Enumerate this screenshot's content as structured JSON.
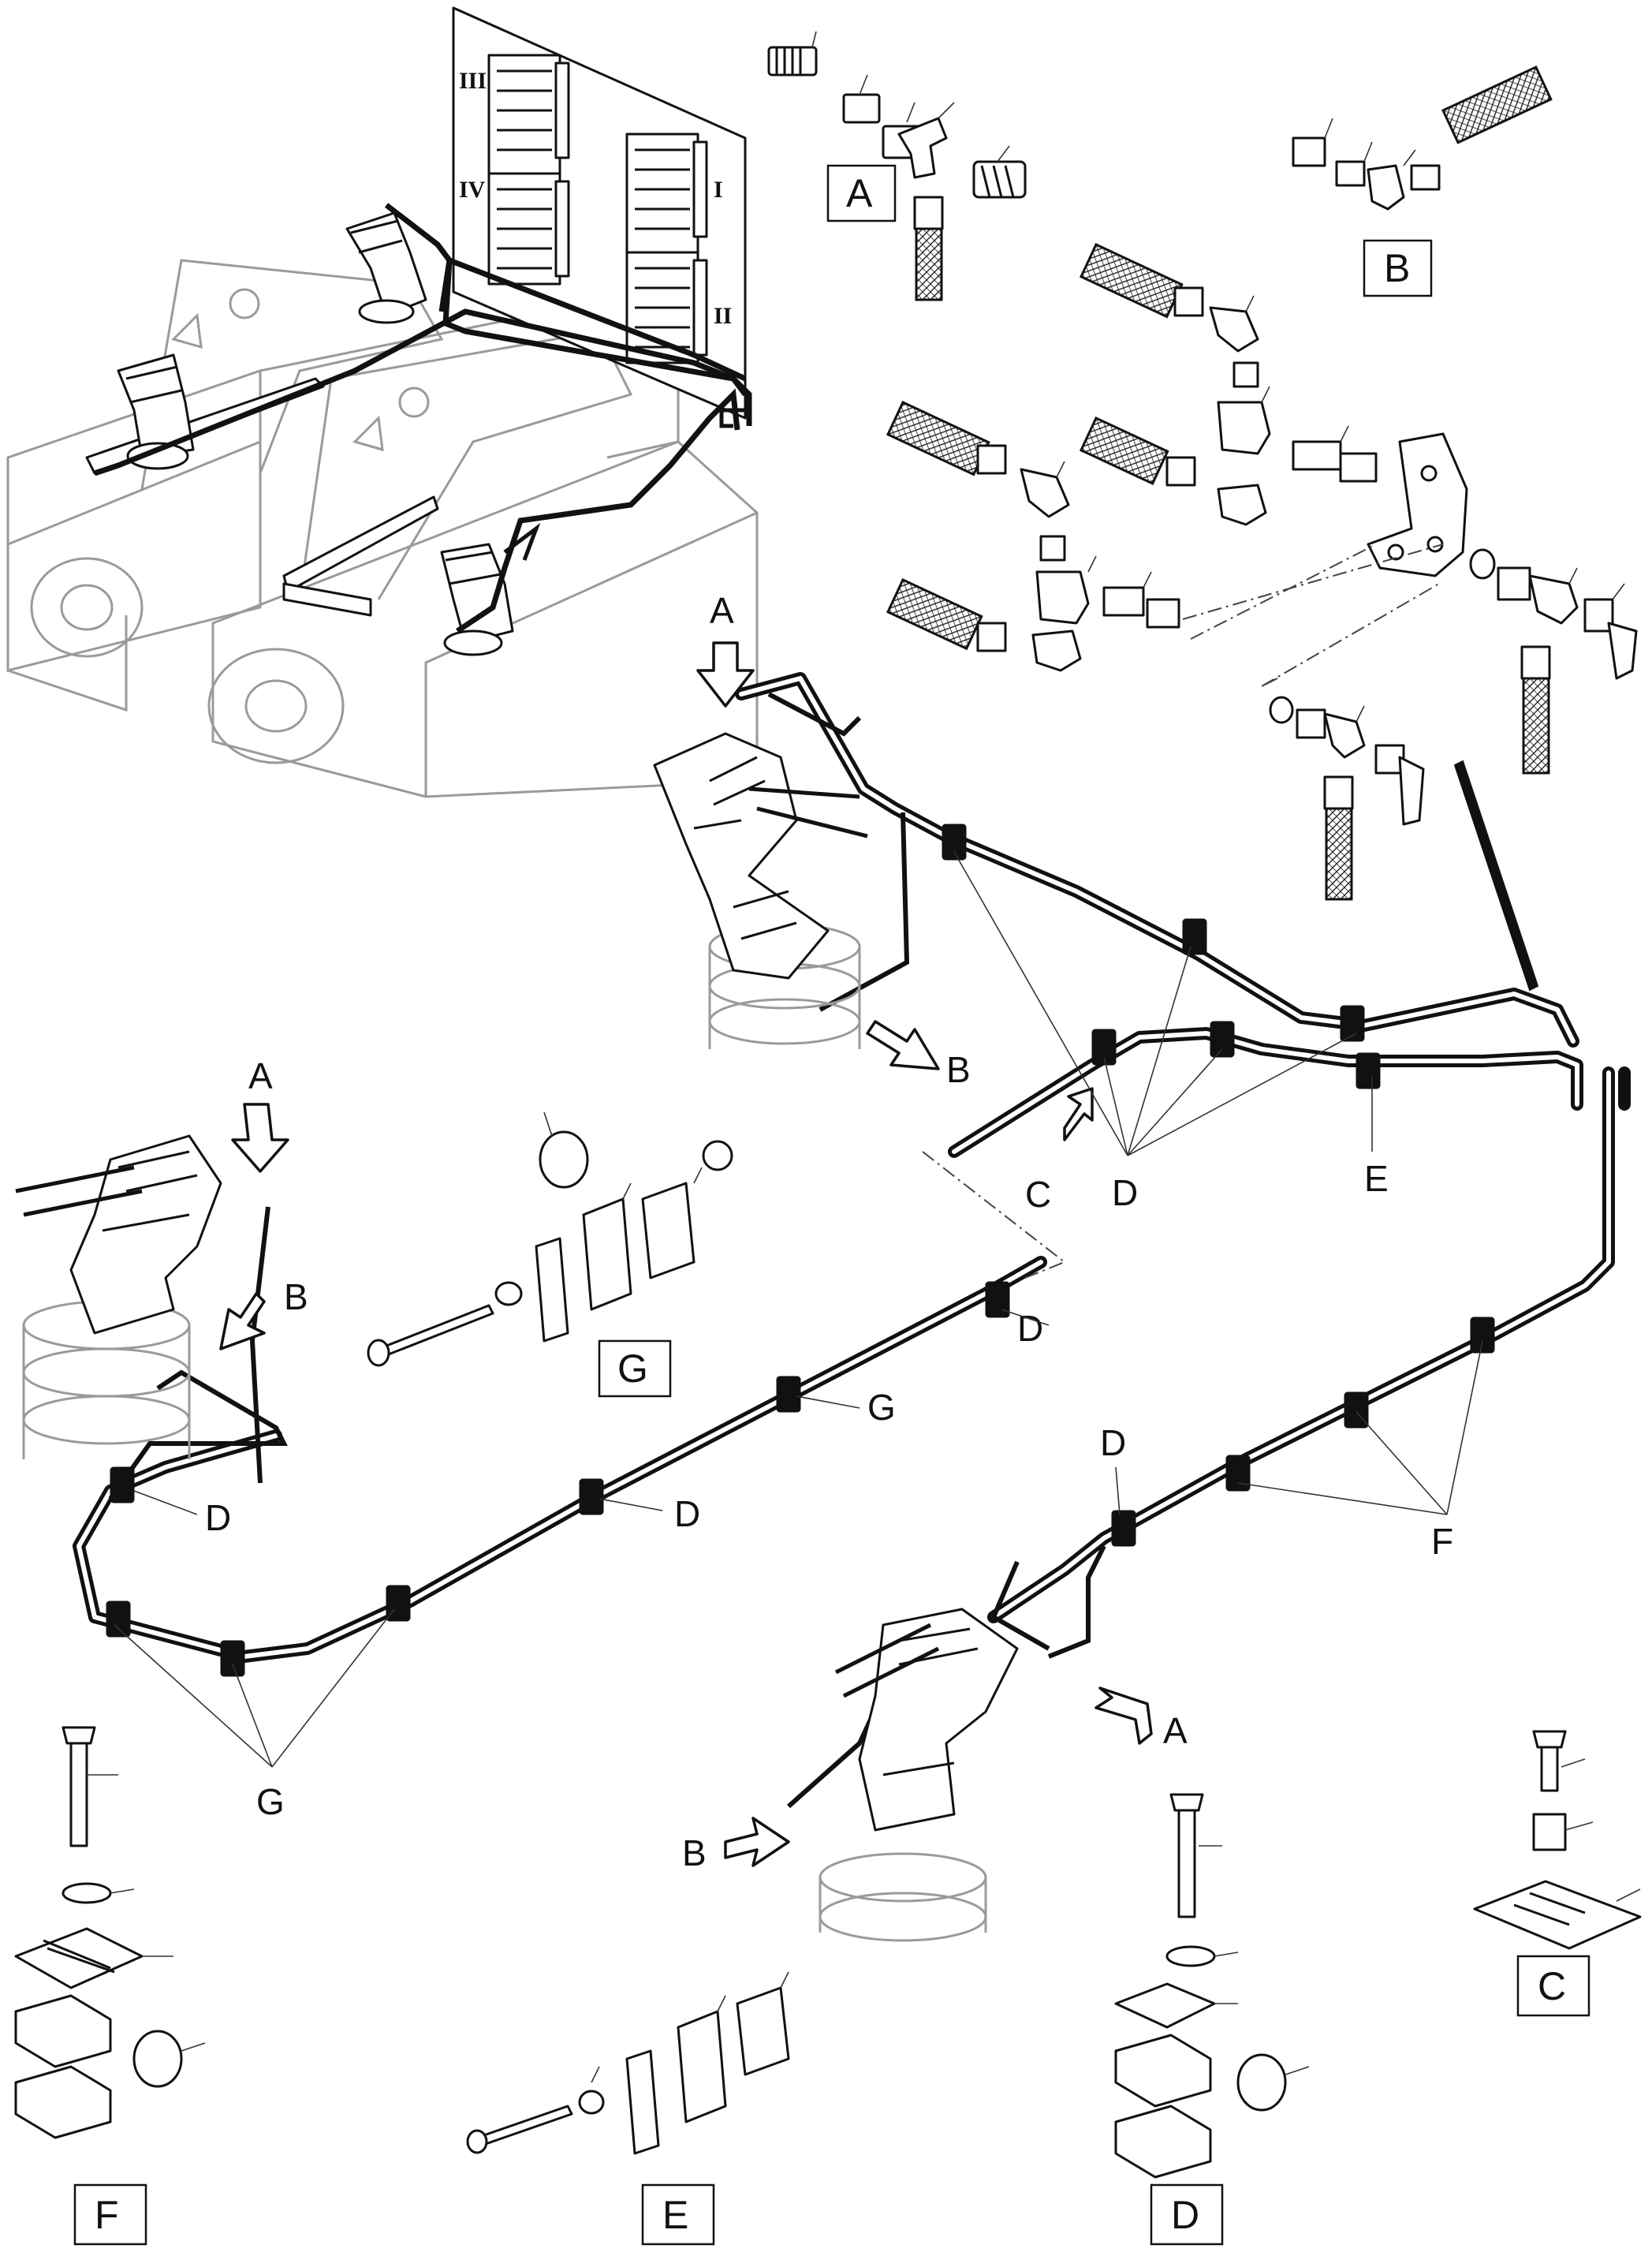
{
  "callouts": {
    "arrow_labels": [
      "A",
      "B",
      "C",
      "A",
      "B",
      "A",
      "B"
    ],
    "clamp_labels": [
      "D",
      "D",
      "E",
      "D",
      "D",
      "G",
      "D",
      "D",
      "F",
      "G"
    ],
    "detail_boxes": [
      "A",
      "B",
      "G",
      "C",
      "F",
      "E",
      "D"
    ]
  },
  "panel": {
    "roman_numerals": [
      "III",
      "IV",
      "I",
      "II"
    ]
  }
}
